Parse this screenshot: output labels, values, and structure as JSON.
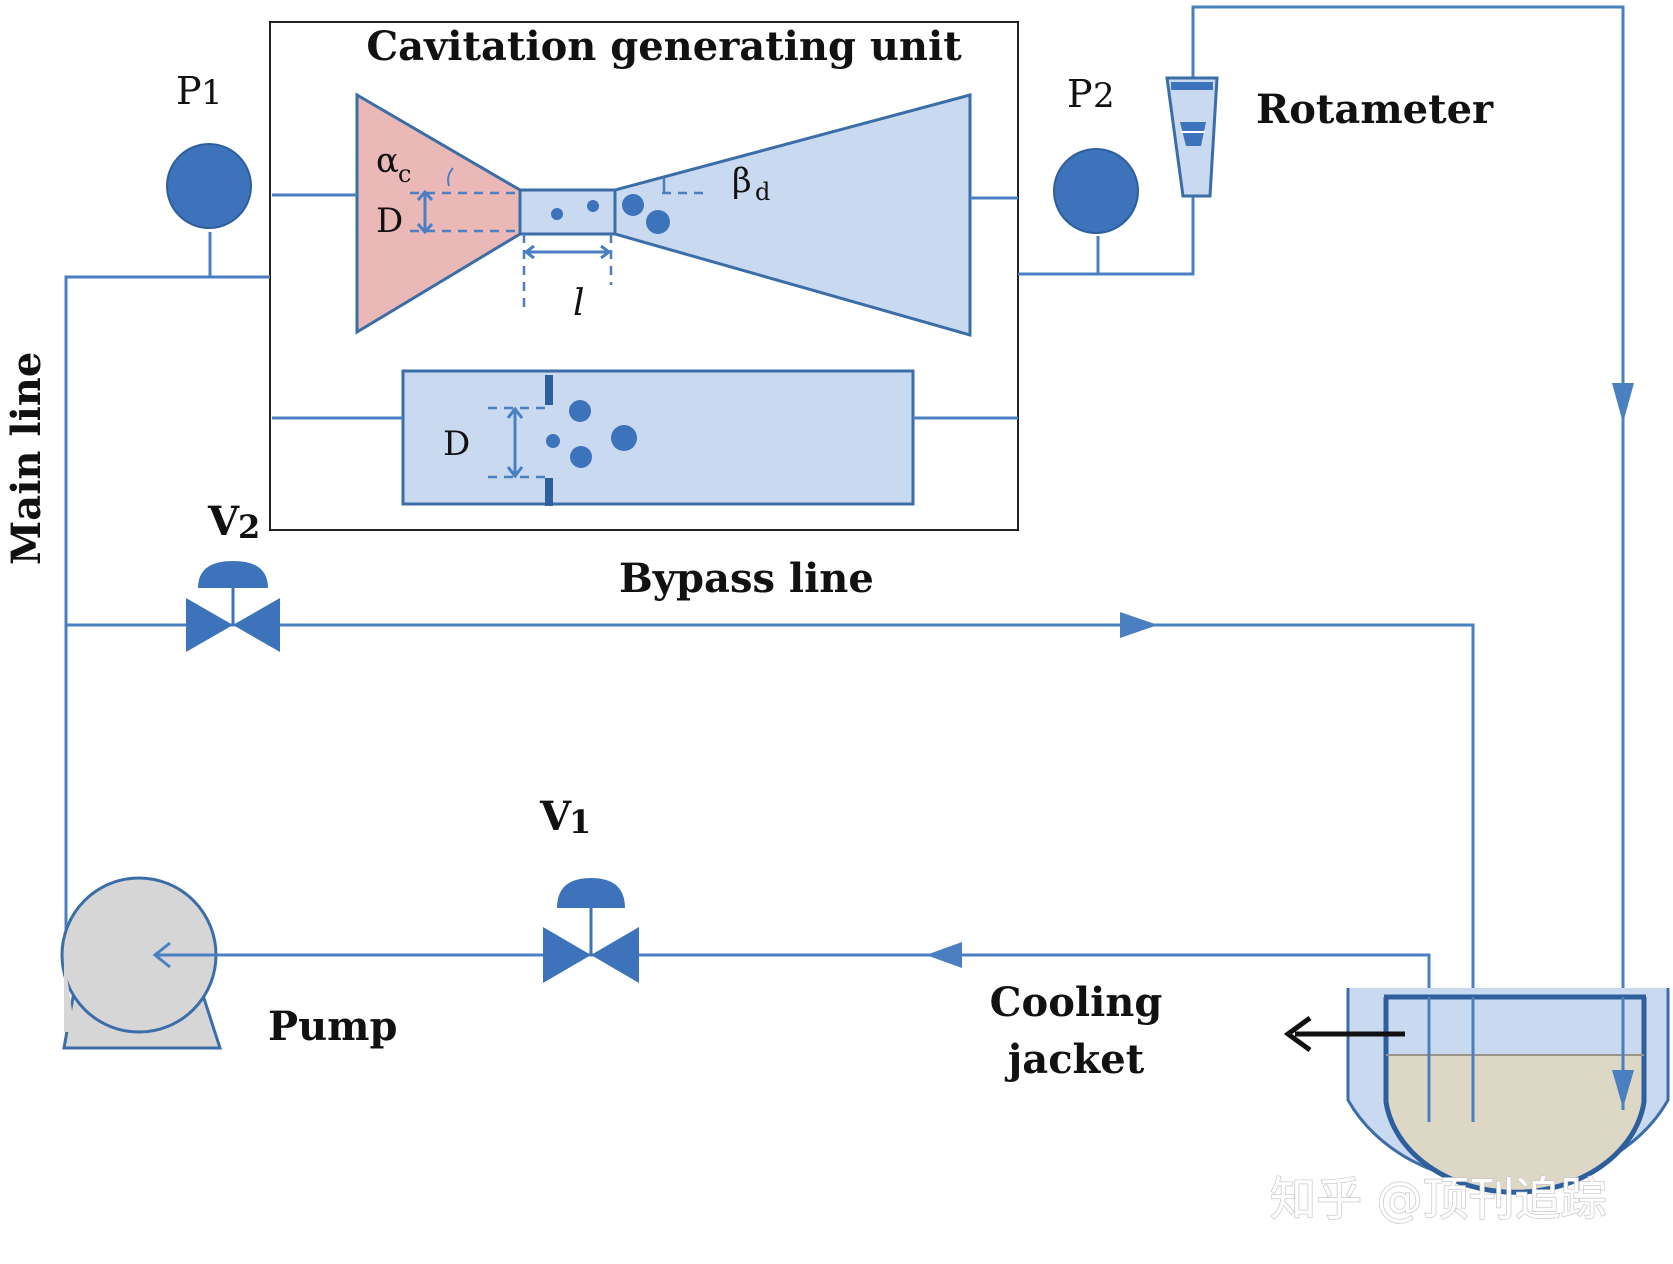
{
  "labels": {
    "unit_title": "Cavitation generating unit",
    "p1": "P",
    "p1_sub": "1",
    "p2": "P",
    "p2_sub": "2",
    "rotameter": "Rotameter",
    "alpha": "α",
    "alpha_sub": "c",
    "beta": "β",
    "beta_sub": "d",
    "d_venturi": "D",
    "l_length": "l",
    "d_orifice": "D",
    "main_line": "Main line",
    "v2": "V",
    "v2_sub": "2",
    "bypass_line": "Bypass line",
    "v1": "V",
    "v1_sub": "1",
    "pump": "Pump",
    "cooling_line1": "Cooling",
    "cooling_line2": "jacket"
  },
  "watermark": "知乎 @顶刊追踪",
  "colors": {
    "pipe": "#4a7fc1",
    "venturi_converging": "#eab8b6",
    "venturi_diverging": "#c9d9f0",
    "valve_fill": "#3c73bb",
    "pump_fill": "#d6d6d6",
    "liquid": "#ddd7c6"
  },
  "icons": {
    "gauges": "pressure-gauge-icon",
    "valves": "globe-valve-icon",
    "pump": "centrifugal-pump-icon",
    "rotameter": "rotameter-icon"
  }
}
